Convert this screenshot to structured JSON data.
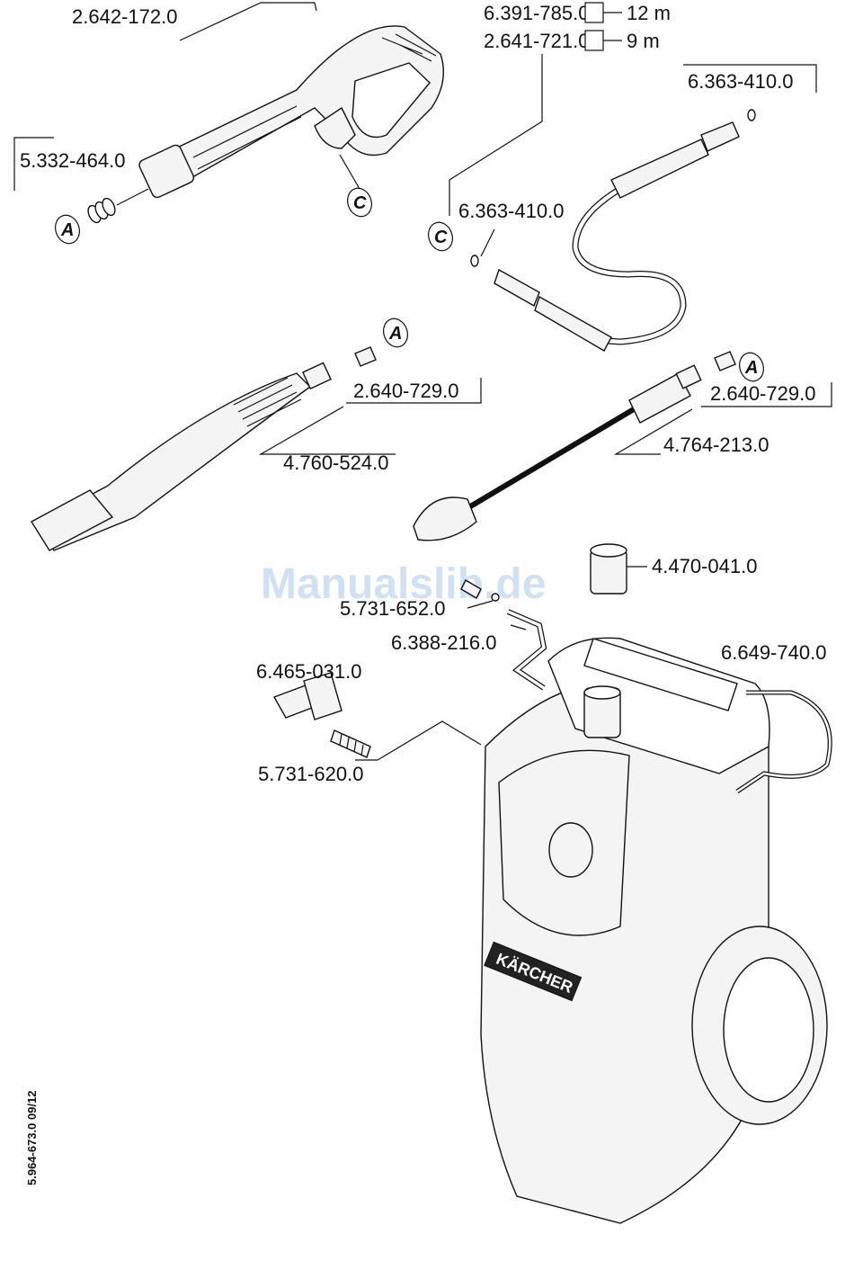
{
  "watermark": "Manualslib.de",
  "document_code": "5.964-673.0  09/12",
  "callouts": {
    "a": "A",
    "c": "C"
  },
  "brand": "KÄRCHER",
  "parts": {
    "trigger_gun": "2.642-172.0",
    "gun_seal_set": "5.332-464.0",
    "hose_12m": "6.391-785.0",
    "hose_12m_len": "12 m",
    "hose_9m": "2.641-721.0",
    "hose_9m_len": "9 m",
    "oring_top": "6.363-410.0",
    "oring_hose_end": "6.363-410.0",
    "nozzle_connector_left": "2.640-729.0",
    "vario_lance": "4.760-524.0",
    "nozzle_connector_right": "2.640-729.0",
    "dirt_blaster_lance": "4.764-213.0",
    "quick_coupling": "4.470-041.0",
    "hose_clip": "5.731-652.0",
    "internal_hose": "6.388-216.0",
    "power_cable": "6.649-740.0",
    "water_inlet_coupling": "6.465-031.0",
    "water_filter": "5.731-620.0"
  }
}
